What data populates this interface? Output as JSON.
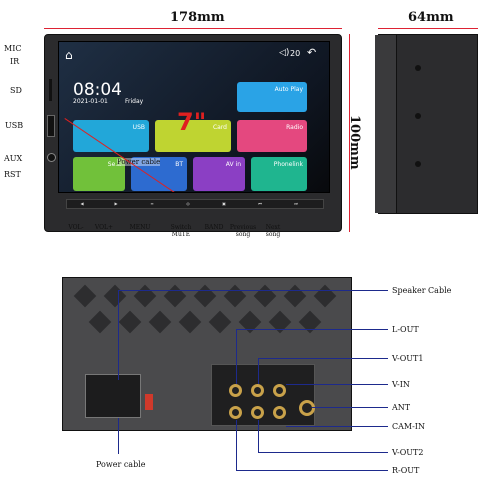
{
  "dimensions": {
    "width": "178mm",
    "height": "100mm",
    "depth": "64mm"
  },
  "front_labels": {
    "mic": "MIC",
    "ir": "IR",
    "sd": "SD",
    "usb": "USB",
    "aux": "AUX",
    "rst": "RST"
  },
  "screen": {
    "time": "08:04",
    "date": "2021-01-01",
    "day": "Friday",
    "size_badge": "7\"",
    "status_num": "20",
    "power_cable_overlay": "Power cable",
    "tiles": {
      "auto_play": "Auto Play",
      "usb": "USB",
      "card": "Card",
      "radio": "Radio",
      "settings": "Se...",
      "bt": "BT",
      "av_in": "AV in",
      "phonelink": "Phonelink"
    }
  },
  "button_labels": {
    "vol_minus": "VOL-",
    "vol_plus": "VOL+",
    "menu": "MENU",
    "switch_mute": "Switch\nMuTE",
    "band": "BAND",
    "prev": "Previous\nsong",
    "next": "Next\nsong"
  },
  "rear_labels": {
    "speaker_cable": "Speaker Cable",
    "l_out": "L-OUT",
    "v_out1": "V-OUT1",
    "v_in": "V-IN",
    "ant": "ANT",
    "cam_in": "CAM-IN",
    "v_out2": "V-OUT2",
    "r_out": "R-OUT",
    "power_cable": "Power cable"
  },
  "colors": {
    "pointer": "#1d2a8c",
    "dim_line": "#d23",
    "rca_ring": "#c9a24a"
  }
}
